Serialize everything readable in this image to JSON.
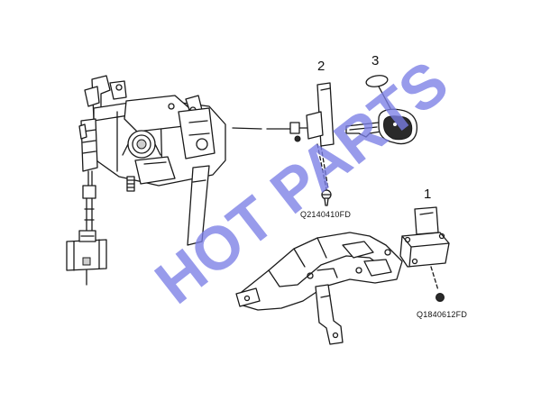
{
  "callouts": {
    "part_1": "1",
    "part_2": "2",
    "part_3": "3"
  },
  "part_codes": {
    "screw_2": "Q2140410FD",
    "screw_1": "Q1840612FD"
  },
  "watermark": "HOT PARTS",
  "colors": {
    "line": "#1a1a1a",
    "watermark": "#7b7fe6",
    "background": "#ffffff"
  }
}
